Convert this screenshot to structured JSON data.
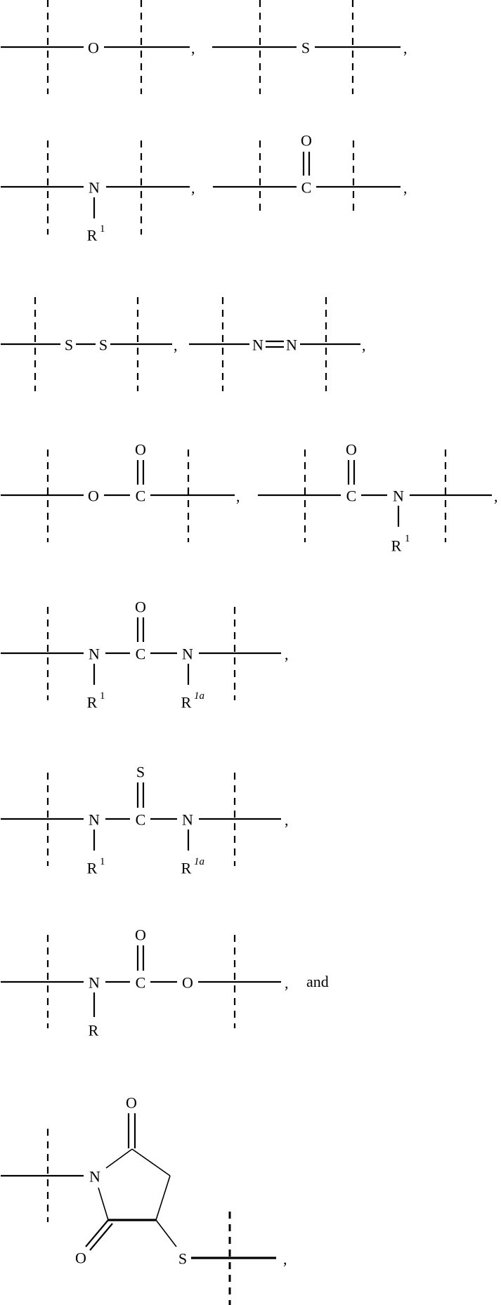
{
  "figure": {
    "type": "chemical-structure-list",
    "description": "Linker group structures with dashed attachment boundaries",
    "separator": ",",
    "conjunction": "and"
  },
  "structures": [
    {
      "id": "ether",
      "atoms": [
        "O"
      ]
    },
    {
      "id": "thioether",
      "atoms": [
        "S"
      ]
    },
    {
      "id": "amine",
      "atoms": [
        "N"
      ],
      "substituent": {
        "label": "R",
        "sup": "1"
      }
    },
    {
      "id": "carbonyl",
      "atoms": [
        "C",
        "O"
      ]
    },
    {
      "id": "disulfide",
      "atoms": [
        "S",
        "S"
      ]
    },
    {
      "id": "azo",
      "atoms": [
        "N",
        "N"
      ]
    },
    {
      "id": "ester",
      "atoms": [
        "O",
        "C",
        "O"
      ]
    },
    {
      "id": "amide",
      "atoms": [
        "C",
        "N",
        "O"
      ],
      "substituent": {
        "label": "R",
        "sup": "1"
      }
    },
    {
      "id": "urea",
      "atoms": [
        "N",
        "C",
        "N",
        "O"
      ],
      "substituents": [
        {
          "label": "R",
          "sup": "1"
        },
        {
          "label": "R",
          "sup": "1a"
        }
      ]
    },
    {
      "id": "thiourea",
      "atoms": [
        "N",
        "C",
        "N",
        "S"
      ],
      "substituents": [
        {
          "label": "R",
          "sup": "1"
        },
        {
          "label": "R",
          "sup": "1a"
        }
      ]
    },
    {
      "id": "carbamate",
      "atoms": [
        "N",
        "C",
        "O",
        "O"
      ],
      "substituent": {
        "label": "R"
      }
    },
    {
      "id": "succinimide-thioether",
      "atoms": [
        "O",
        "N",
        "O",
        "S"
      ]
    }
  ]
}
